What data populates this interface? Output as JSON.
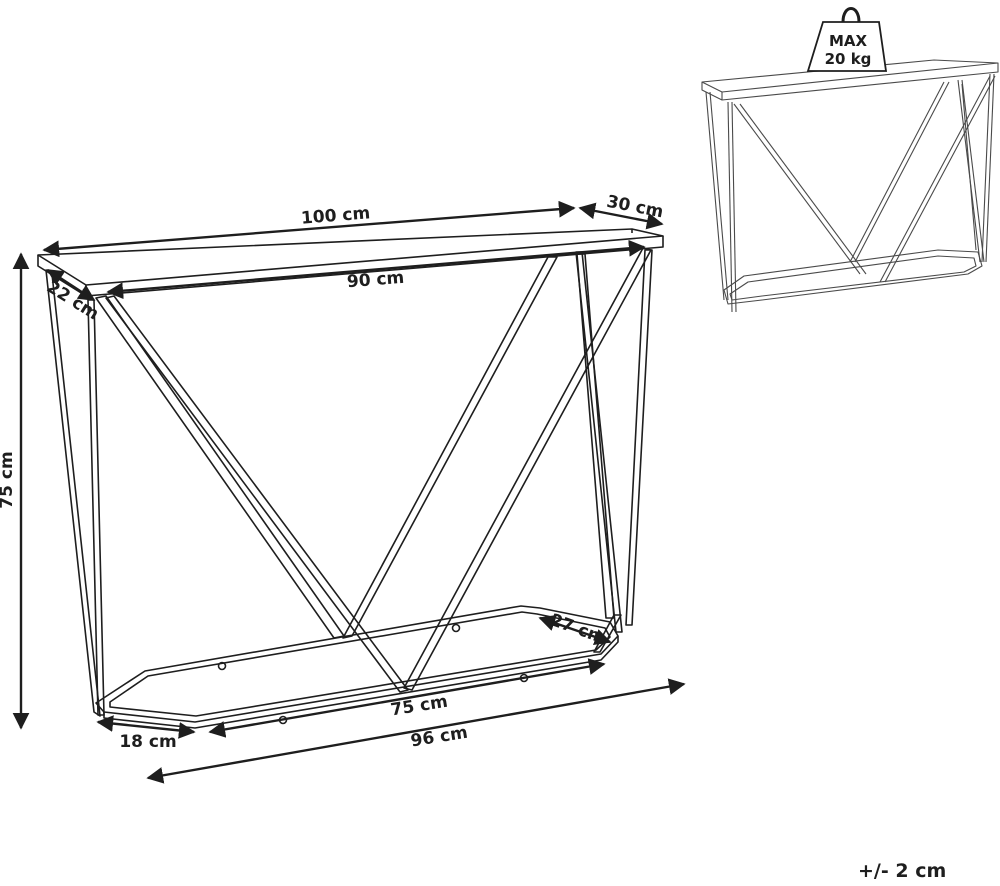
{
  "dimensions": {
    "top_width": "100 cm",
    "top_depth": "30 cm",
    "inner_width": "90 cm",
    "inner_depth": "22 cm",
    "height": "75 cm",
    "base_inner_depth": "27 cm",
    "base_inner_width": "75 cm",
    "base_depth": "18 cm",
    "base_width": "96 cm"
  },
  "weight_badge": {
    "line1": "MAX",
    "line2": "20 kg"
  },
  "tolerance": "+/- 2 cm",
  "icons": {
    "arrow": "arrowhead-icon",
    "weight": "kettlebell-weight-icon"
  }
}
